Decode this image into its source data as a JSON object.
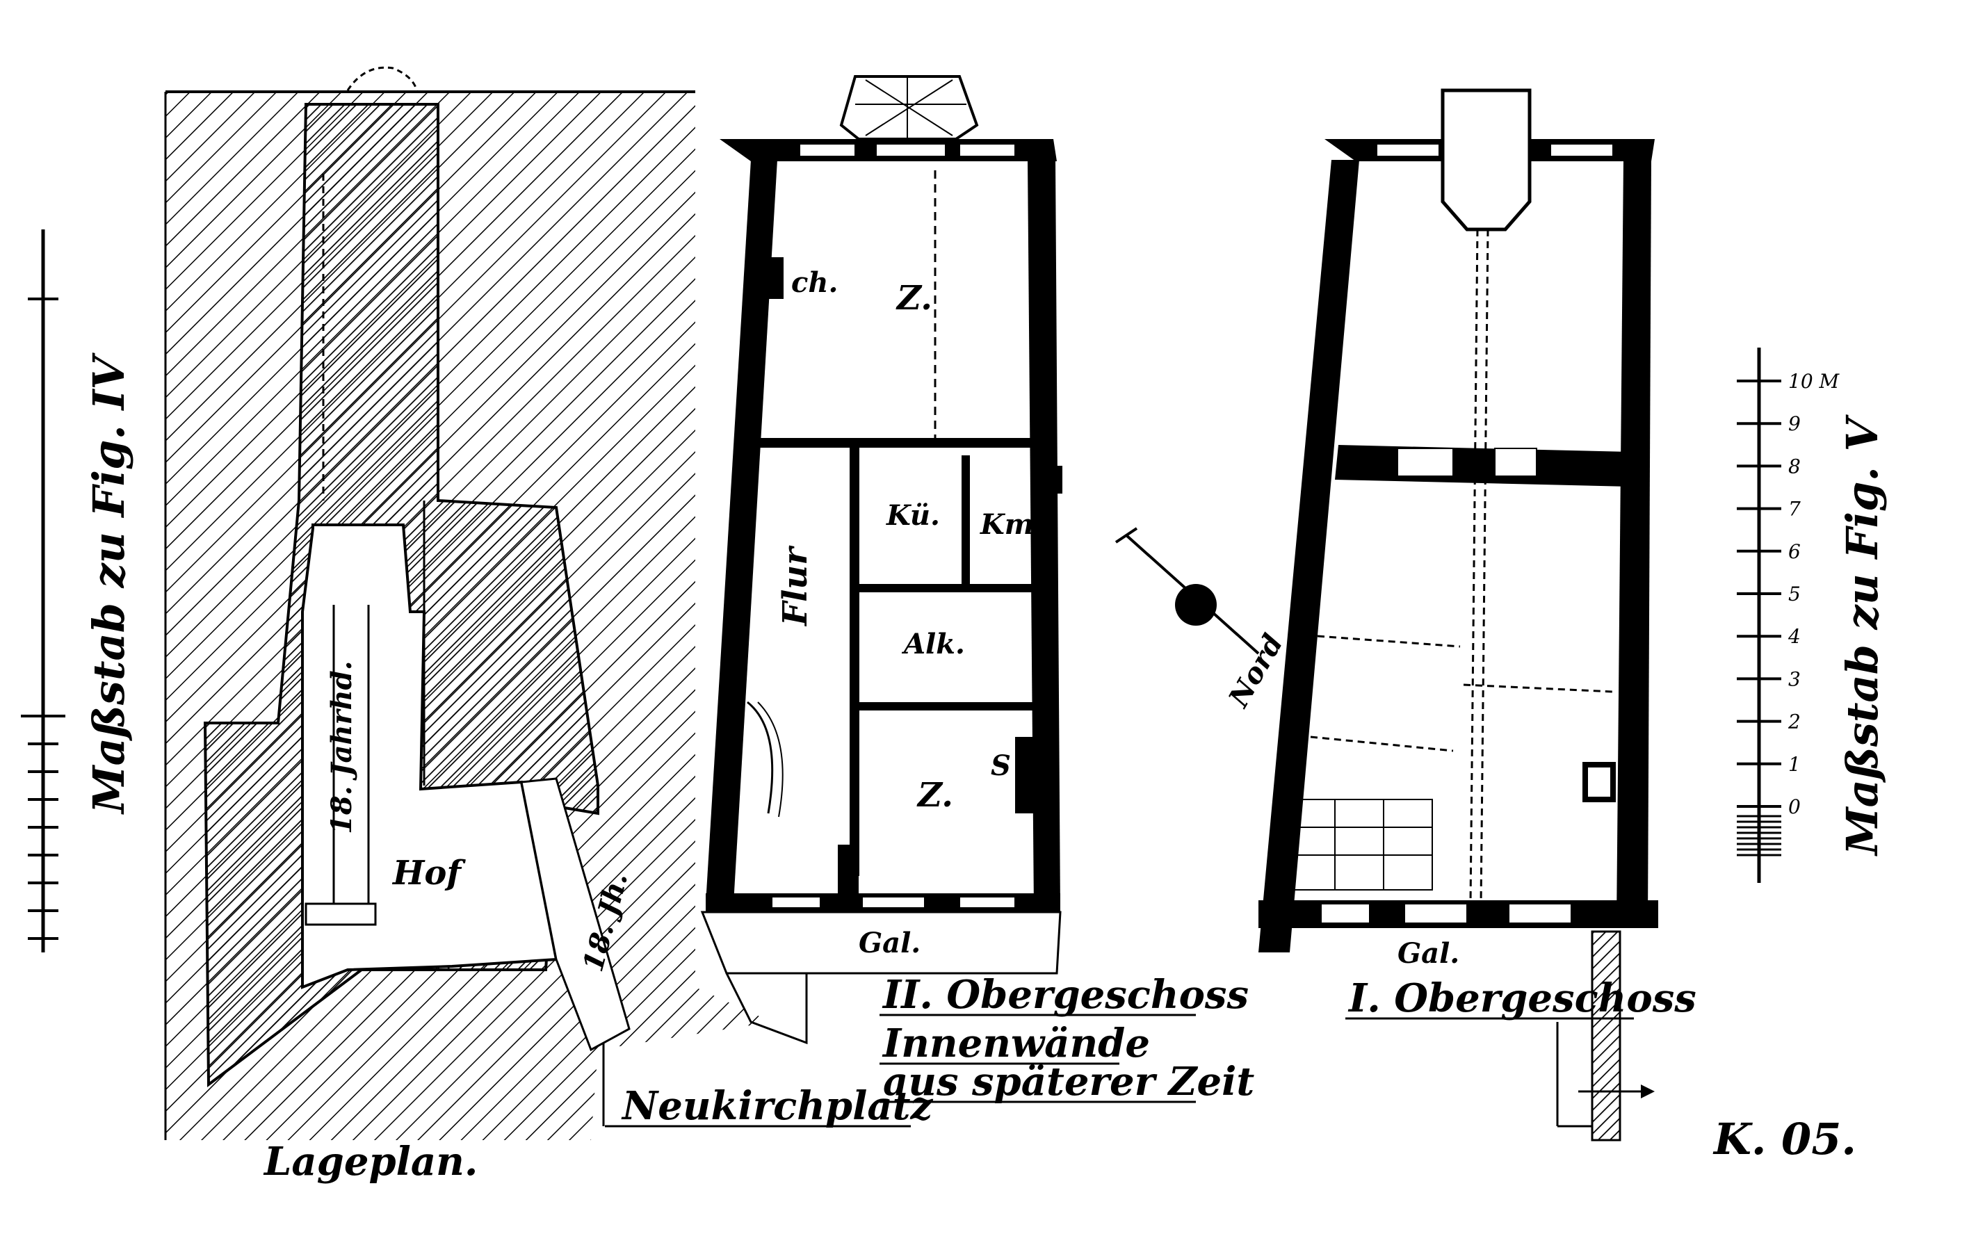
{
  "site_plan": {
    "title": "Lageplan.",
    "court": "Hof",
    "wing_left": "18. Jahrhd.",
    "wing_right": "18. Jh.",
    "square": "Neukirchplatz"
  },
  "plan_second_floor": {
    "title_line1": "II. Obergeschoss",
    "title_line2": "Innenwände",
    "title_line3": "aus späterer Zeit",
    "rooms": {
      "top_room": "Z.",
      "ch": "ch.",
      "kitchen": "Kü.",
      "km": "Km",
      "hall": "Flur",
      "alcove": "Alk.",
      "bottom_room": "Z.",
      "s": "S",
      "gallery": "Gal."
    }
  },
  "plan_first_floor": {
    "title": "I. Obergeschoss",
    "gallery": "Gal."
  },
  "north_arrow": "Nord",
  "scale_left": "Maßstab zu Fig. IV",
  "scale_right": {
    "label": "Maßstab zu Fig. V",
    "ticks": [
      "10 M",
      "9",
      "8",
      "7",
      "6",
      "5",
      "4",
      "3",
      "2",
      "1",
      "0"
    ]
  },
  "signature": "K. 05."
}
